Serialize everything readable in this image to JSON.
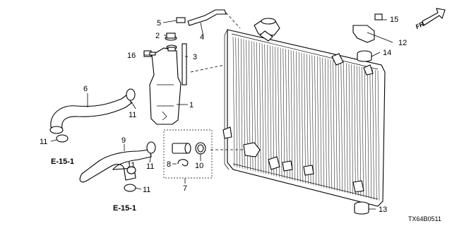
{
  "callouts": {
    "n1": "1",
    "n2": "2",
    "n3": "3",
    "n4": "4",
    "n5": "5",
    "n6": "6",
    "n7": "7",
    "n8": "8",
    "n9": "9",
    "n10": "10",
    "n11a": "11",
    "n11b": "11",
    "n11c": "11",
    "n11d": "11",
    "n11e": "11",
    "n12": "12",
    "n13": "13",
    "n14": "14",
    "n15": "15",
    "n16": "16"
  },
  "references": {
    "upper": "E-15-1",
    "lower": "E-15-1"
  },
  "direction": {
    "label": "FR."
  },
  "diagram_code": "TX64B0511"
}
